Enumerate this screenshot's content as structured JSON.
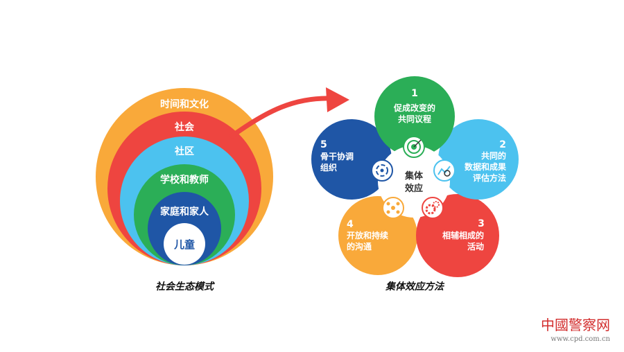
{
  "left": {
    "caption": "社会生态模式",
    "rings": [
      {
        "label": "时间和文化",
        "color": "#F9A93A"
      },
      {
        "label": "社会",
        "color": "#EE4540"
      },
      {
        "label": "社区",
        "color": "#4CC2EF"
      },
      {
        "label": "学校和教师",
        "color": "#2BAE57"
      },
      {
        "label": "家庭和家人",
        "color": "#1F56A6"
      },
      {
        "label": "儿童",
        "color": "#ffffff"
      }
    ]
  },
  "right": {
    "caption": "集体效应方法",
    "center": {
      "line1": "集体",
      "line2": "效应"
    },
    "petals": [
      {
        "num": "1",
        "line1": "促成改变的",
        "line2": "共同议程",
        "line3": "",
        "color": "#2BAE57",
        "icon": "target-icon"
      },
      {
        "num": "2",
        "line1": "共同的",
        "line2": "数据和成果",
        "line3": "评估方法",
        "color": "#4CC2EF",
        "icon": "chart-magnifier-icon"
      },
      {
        "num": "3",
        "line1": "相辅相成的",
        "line2": "活动",
        "line3": "",
        "color": "#EE4540",
        "icon": "gears-icon"
      },
      {
        "num": "4",
        "line1": "开放和持续",
        "line2": "的沟通",
        "line3": "",
        "color": "#F9A93A",
        "icon": "people-network-icon"
      },
      {
        "num": "5",
        "line1": "骨干协调",
        "line2": "组织",
        "line3": "",
        "color": "#1F56A6",
        "icon": "cycle-people-icon"
      }
    ]
  },
  "arrow": {
    "color": "#EE4540"
  },
  "watermark": {
    "cn": "中國警察网",
    "url": "www.cpd.com.cn"
  }
}
